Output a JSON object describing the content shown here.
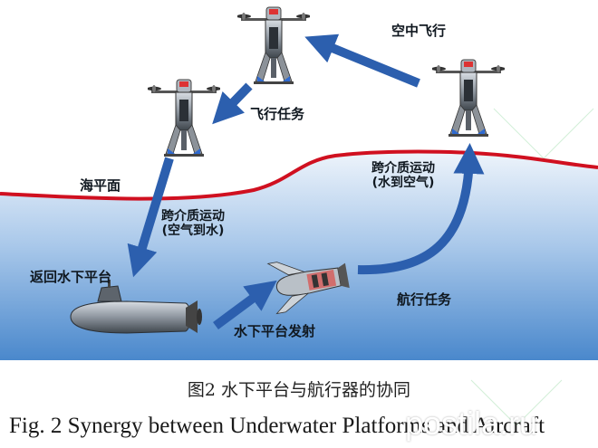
{
  "labels": {
    "air_flight": "空中飞行",
    "flight_mission": "飞行任务",
    "sea_level": "海平面",
    "cross_medium_down": "跨介质运动",
    "cross_medium_down_sub": "(空气到水)",
    "cross_medium_up": "跨介质运动",
    "cross_medium_up_sub": "(水到空气)",
    "return_platform": "返回水下平台",
    "underwater_launch": "水下平台发射",
    "navigation_mission": "航行任务"
  },
  "caption_cn": "图2  水下平台与航行器的协同",
  "caption_en": "Fig. 2 Synergy between Underwater Platforms and Aircraft",
  "watermark": "postila.ru",
  "icons": [
    "quadrotor-drone-icon",
    "submarine-icon",
    "underwater-vehicle-icon",
    "flow-arrow-icon"
  ],
  "colors": {
    "arrow": "#2c5fae",
    "sea_level_line": "#d01020",
    "water_top": "#e8f0fa",
    "water_bottom": "#3d7fc8",
    "watermark": "#ffffff"
  }
}
